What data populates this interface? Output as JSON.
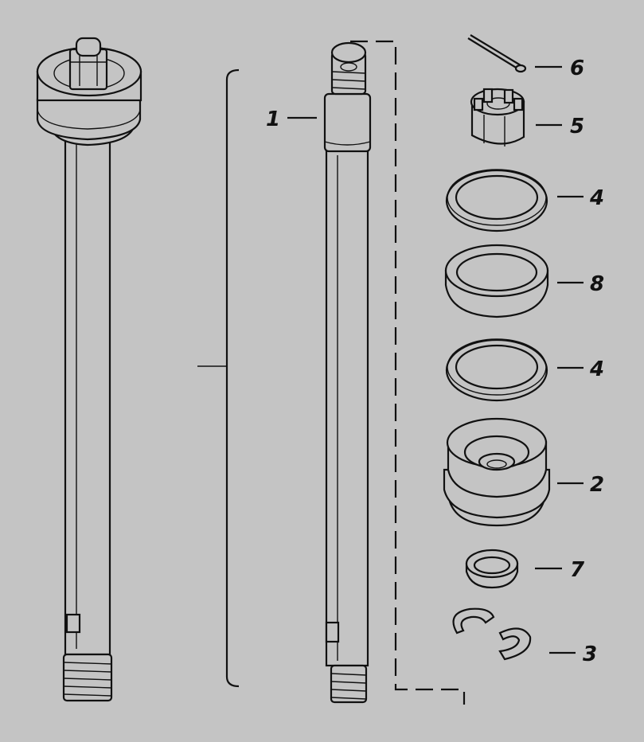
{
  "diagram": {
    "background": "#c4c4c4",
    "line_color": "#111111",
    "callouts": [
      {
        "id": "shaft",
        "label": "1"
      },
      {
        "id": "cotter-pin",
        "label": "6"
      },
      {
        "id": "castle-nut",
        "label": "5"
      },
      {
        "id": "washer-top",
        "label": "4"
      },
      {
        "id": "bushing",
        "label": "8"
      },
      {
        "id": "washer-lower",
        "label": "4"
      },
      {
        "id": "bearing-housing",
        "label": "2"
      },
      {
        "id": "seal-ring",
        "label": "7"
      },
      {
        "id": "retaining-clips",
        "label": "3"
      }
    ]
  }
}
